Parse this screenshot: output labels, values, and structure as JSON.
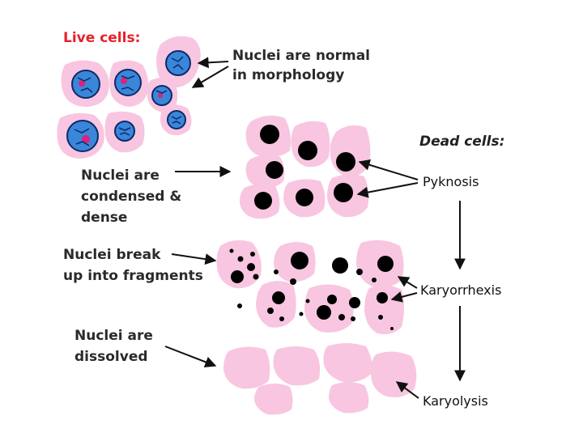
{
  "labels": {
    "live_cells": "Live cells:",
    "dead_cells": "Dead cells:",
    "normal_line1": "Nuclei are normal",
    "normal_line2": "in morphology",
    "condensed_line1": "Nuclei are",
    "condensed_line2": "condensed &",
    "condensed_line3": "dense",
    "fragments_line1": "Nuclei break",
    "fragments_line2": "up into fragments",
    "dissolved_line1": "Nuclei are",
    "dissolved_line2": "dissolved"
  },
  "terms": {
    "pyknosis": "Pyknosis",
    "karyorrhexis": "Karyorrhexis",
    "karyolysis": "Karyolysis"
  },
  "colors": {
    "cytoplasm": "#f8c6e0",
    "nucleus_live": "#3a86d8",
    "nucleolus": "#e0207a",
    "nucleus_dead": "#000000",
    "title_red": "#e8202a",
    "text": "#2a2a2a"
  }
}
